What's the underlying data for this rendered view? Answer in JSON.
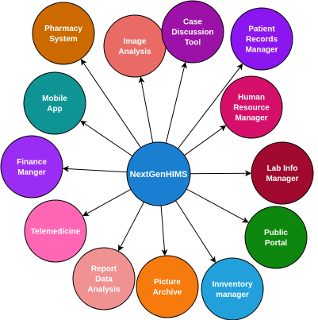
{
  "diagram": {
    "hub": {
      "label": "NextGenHIMS",
      "color": "#1a7fd1"
    },
    "nodes": [
      {
        "id": "pharmacy",
        "label": "Pharmacy System",
        "color": "#cc6a00"
      },
      {
        "id": "image",
        "label": "Image Analysis",
        "color": "#ea6b66"
      },
      {
        "id": "case",
        "label": "Case Discussion Tool",
        "color": "#9c12a8"
      },
      {
        "id": "patient",
        "label": "Patient Records Manager",
        "color": "#8b16f0"
      },
      {
        "id": "hr",
        "label": "Human Resource Manager",
        "color": "#d6106a"
      },
      {
        "id": "lab",
        "label": "Lab Info Manager",
        "color": "#a10a2e"
      },
      {
        "id": "portal",
        "label": "Public Portal",
        "color": "#0d870d"
      },
      {
        "id": "inventory",
        "label": "Innventory manager",
        "color": "#22a0dc"
      },
      {
        "id": "picture",
        "label": "Picture Archive",
        "color": "#f77a0c"
      },
      {
        "id": "report",
        "label": "Report Data Analysis",
        "color": "#f09292"
      },
      {
        "id": "telemedicine",
        "label": "Telemedicine",
        "color": "#ff66b3"
      },
      {
        "id": "finance",
        "label": "Finance Manger",
        "color": "#9b2cf3"
      },
      {
        "id": "mobile",
        "label": "Mobile App",
        "color": "#0e9494"
      }
    ],
    "edge_color": "#000000"
  }
}
